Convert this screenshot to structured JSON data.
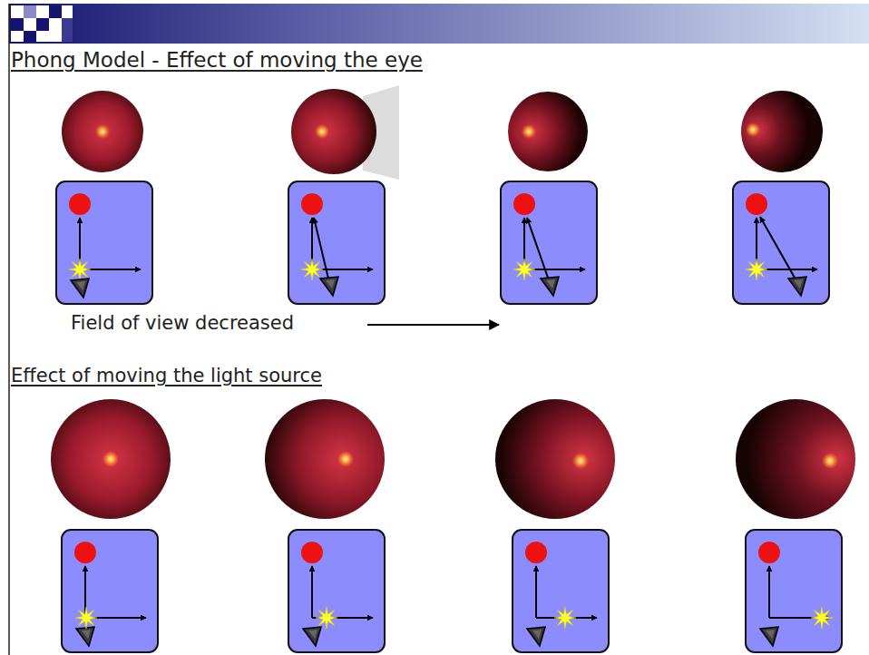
{
  "diagram": {
    "title": "Phong Model - Effect of moving the eye",
    "labels": [
      "Field of view decreased",
      "Effect of moving the light source"
    ]
  }
}
